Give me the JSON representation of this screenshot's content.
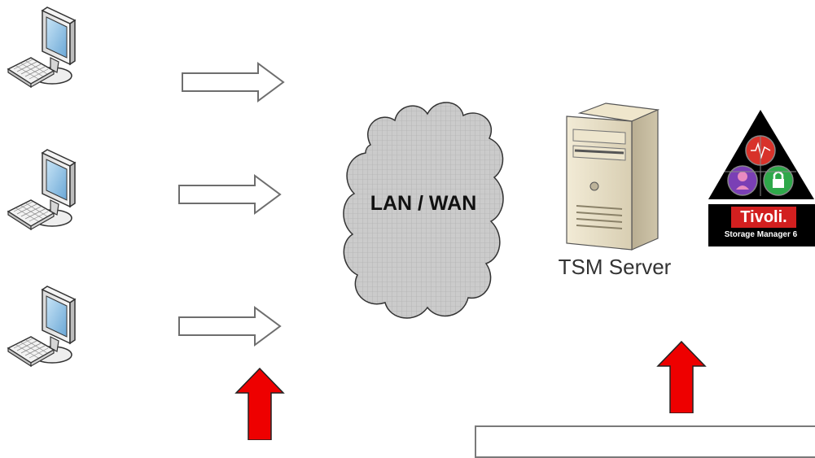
{
  "network": {
    "label": "LAN / WAN"
  },
  "server": {
    "label": "TSM Server"
  },
  "tivoli": {
    "name": "Tivoli.",
    "product": "Storage Manager 6"
  },
  "colors": {
    "flow_arrow_stroke": "#6e6e6e",
    "red_arrow": "#ee0000",
    "cloud_fill": "#c9c9c9",
    "tivoli_background": "#000000"
  },
  "icons": [
    "desktop-computer-icon",
    "arrow-right-icon",
    "cloud-icon",
    "tower-server-icon",
    "tivoli-logo-icon",
    "arrow-up-icon"
  ]
}
